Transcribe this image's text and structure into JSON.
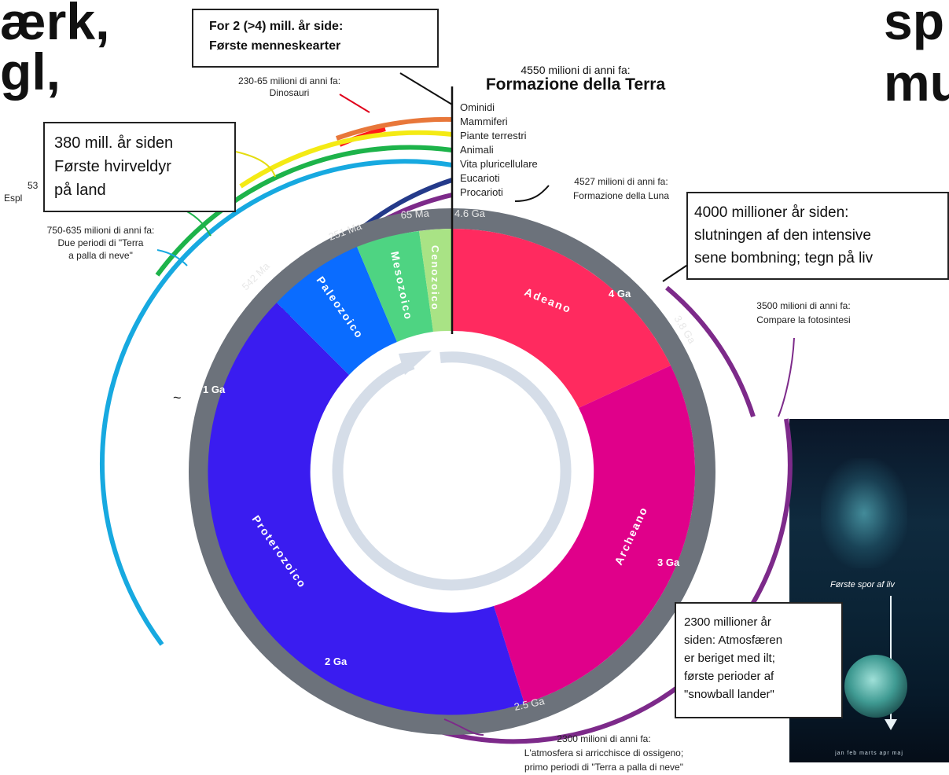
{
  "slide": {
    "title_left_1": "ærk,",
    "title_left_2": "gl,",
    "title_right_1": "sp",
    "title_right_2": "mu"
  },
  "diagram": {
    "center_title": "Formazione della Terra",
    "center_title_date": "4550 milioni di anni fa:",
    "moon_date": "4527 milioni di anni fa:",
    "moon_text": "Formazione della Luna",
    "dino_date": "230-65 milioni di anni fa:",
    "dino_text": "Dinosauri",
    "snowball_date": "750-635 milioni di anni fa:",
    "snowball_text_1": "Due periodi di \"Terra",
    "snowball_text_2": "a palla di neve\"",
    "cambrian_partial_1": "53",
    "cambrian_partial_2": "Espl",
    "photosynthesis_date": "3500 milioni di anni fa:",
    "photosynthesis_text": "Compare la fotosintesi",
    "oxygen_date": "2300 milioni di anni fa:",
    "oxygen_text_1": "L'atmosfera si arricchisce di ossigeno;",
    "oxygen_text_2": "primo periodi di \"Terra a palla di neve\"",
    "legend": [
      "Ominidi",
      "Mammiferi",
      "Piante terrestri",
      "Animali",
      "Vita pluricellulare",
      "Eucarioti",
      "Procarioti"
    ],
    "eons": [
      {
        "name": "Adeano",
        "color": "#ff2a5f"
      },
      {
        "name": "Archeano",
        "color": "#e0008a"
      },
      {
        "name": "Proterozoico",
        "color": "#3a1cf0"
      },
      {
        "name": "Paleozoico",
        "color": "#0a6cff"
      },
      {
        "name": "Mesozoico",
        "color": "#4ed482"
      },
      {
        "name": "Cenozoico",
        "color": "#a9e385"
      }
    ],
    "ticks": {
      "t46": "4.6 Ga",
      "t65": "65 Ma",
      "t251": "251 Ma",
      "t542": "542 Ma",
      "t38": "3.8 Ga",
      "t25": "2.5 Ga",
      "g4": "4 Ga",
      "g3": "3 Ga",
      "g2": "2 Ga",
      "g1": "1 Ga"
    },
    "tilde": "~"
  },
  "callouts": {
    "humans_1": "For 2 (>4) mill. år side:",
    "humans_2": "Første menneskearter",
    "vertebrates_1": "380 mill. år siden",
    "vertebrates_2": "Første hvirveldyr",
    "vertebrates_3": "på land",
    "bombing_1": "4000 millioner år siden:",
    "bombing_2": "slutningen af den intensive",
    "bombing_3": "sene bombning; tegn på liv",
    "oxygen_1": "2300 millioner år",
    "oxygen_2": "siden: Atmosfæren",
    "oxygen_3": "er beriget med ilt;",
    "oxygen_4": "første perioder af",
    "oxygen_5": "\"snowball lander\""
  },
  "photo": {
    "label": "Første spor af liv",
    "months": "jan feb marts apr maj"
  }
}
